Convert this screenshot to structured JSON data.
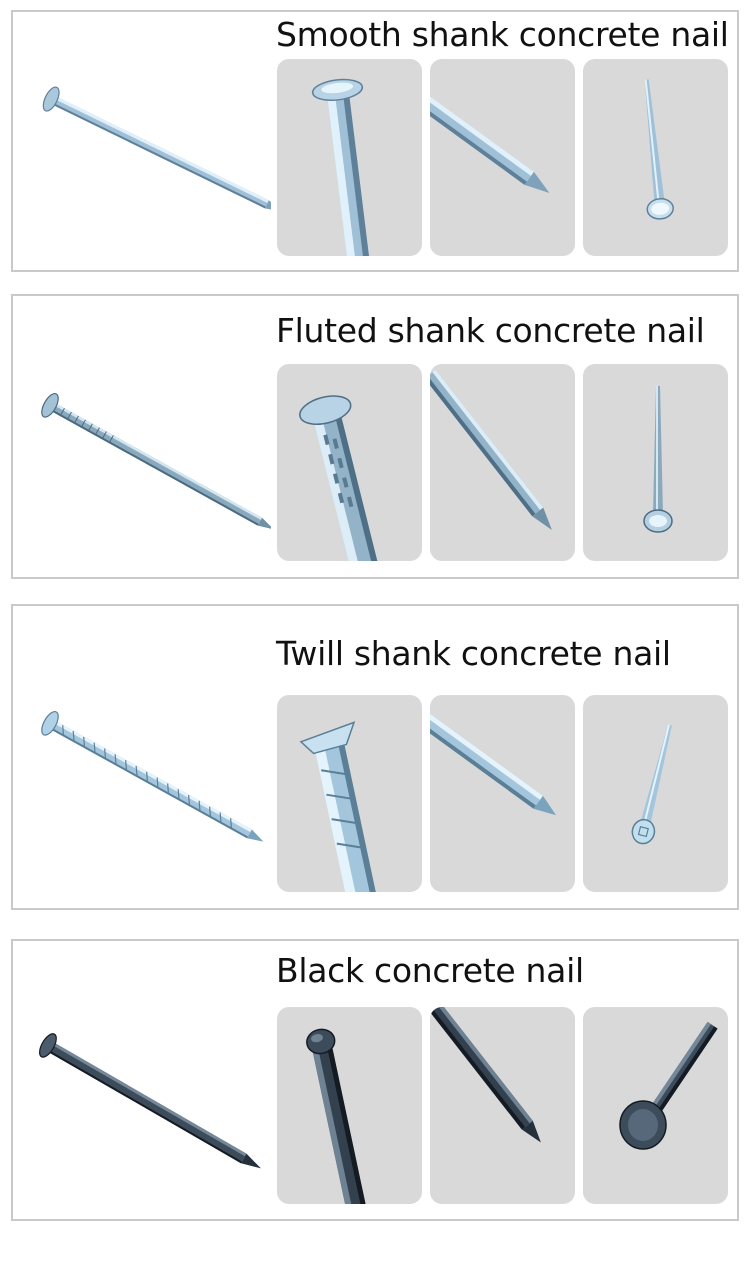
{
  "panels": [
    {
      "id": "smooth",
      "title": "Smooth shank concrete nail",
      "finish": "galvanized",
      "shank": "smooth"
    },
    {
      "id": "fluted",
      "title": "Fluted shank concrete nail",
      "finish": "galvanized",
      "shank": "fluted"
    },
    {
      "id": "twill",
      "title": "Twill shank concrete nail",
      "finish": "galvanized",
      "shank": "twill"
    },
    {
      "id": "black",
      "title": "Black concrete nail",
      "finish": "black",
      "shank": "smooth"
    }
  ],
  "colors": {
    "panel_border": "#c9c9c9",
    "thumb_bg": "#d9d9d9",
    "galvanized_light": "#cfe4f2",
    "galvanized_mid": "#8fb3cc",
    "galvanized_dark": "#4f6f86",
    "black_light": "#6f8294",
    "black_mid": "#33414f",
    "black_dark": "#141b23"
  }
}
